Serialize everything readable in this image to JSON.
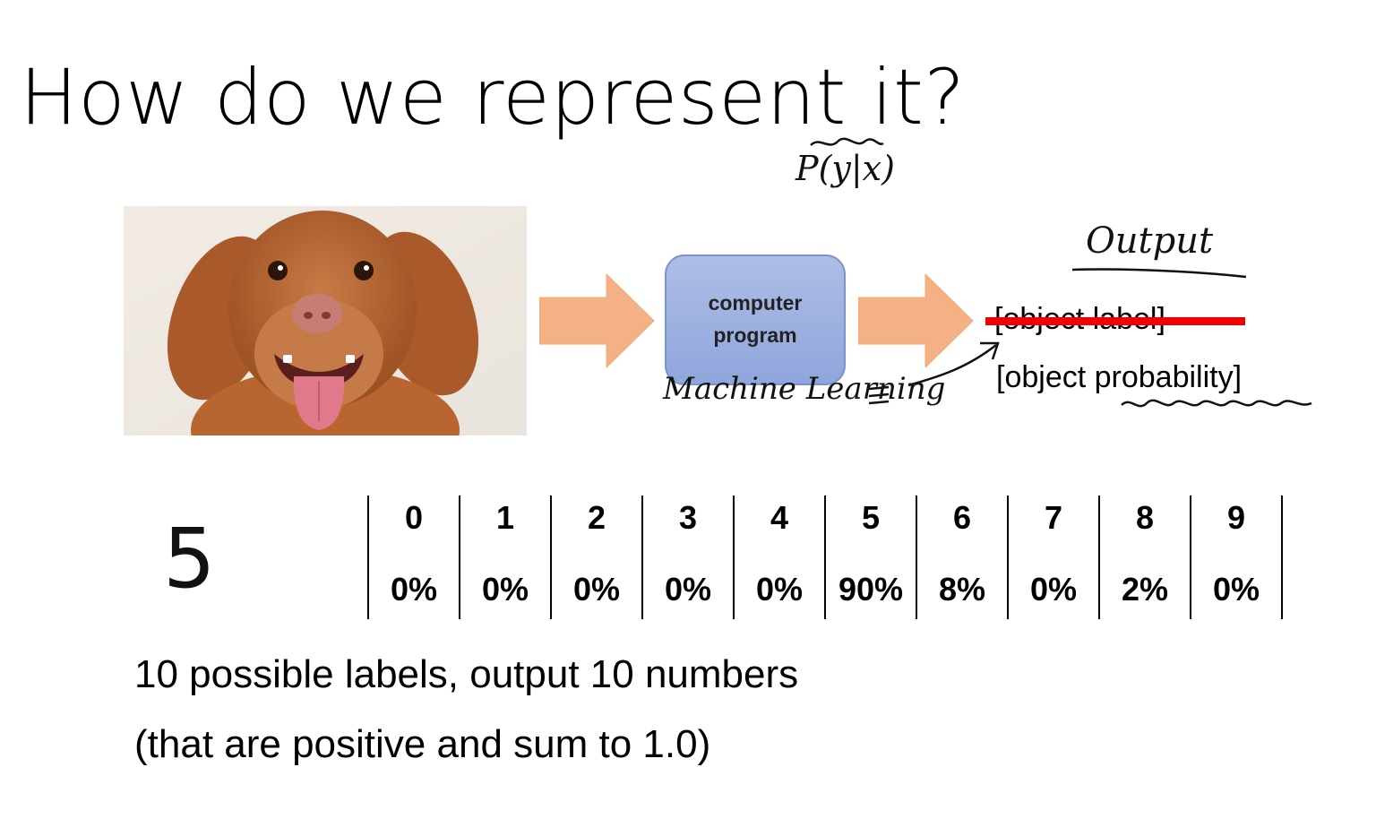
{
  "slide": {
    "title_main": "How do we represent ",
    "title_it": "it",
    "title_end": "?",
    "handwritten_formula": "P(y|x)",
    "handwritten_output": "Output",
    "handwritten_ml": "Machine Learning",
    "program_line1": "computer",
    "program_line2": "program",
    "old_label": "[object label]",
    "new_label_prefix": "[object ",
    "new_label_word": "probability",
    "new_label_suffix": "]",
    "digit_label": "5",
    "caption_line1": "10 possible labels, output 10 numbers",
    "caption_line2": "(that are positive and sum to 1.0)",
    "colors": {
      "arrow": "#f4b183",
      "program_box": "#9db0e0",
      "strike": "#f20000"
    }
  },
  "table": {
    "headers": [
      "0",
      "1",
      "2",
      "3",
      "4",
      "5",
      "6",
      "7",
      "8",
      "9"
    ],
    "values": [
      "0%",
      "0%",
      "0%",
      "0%",
      "0%",
      "90%",
      "8%",
      "0%",
      "2%",
      "0%"
    ]
  }
}
